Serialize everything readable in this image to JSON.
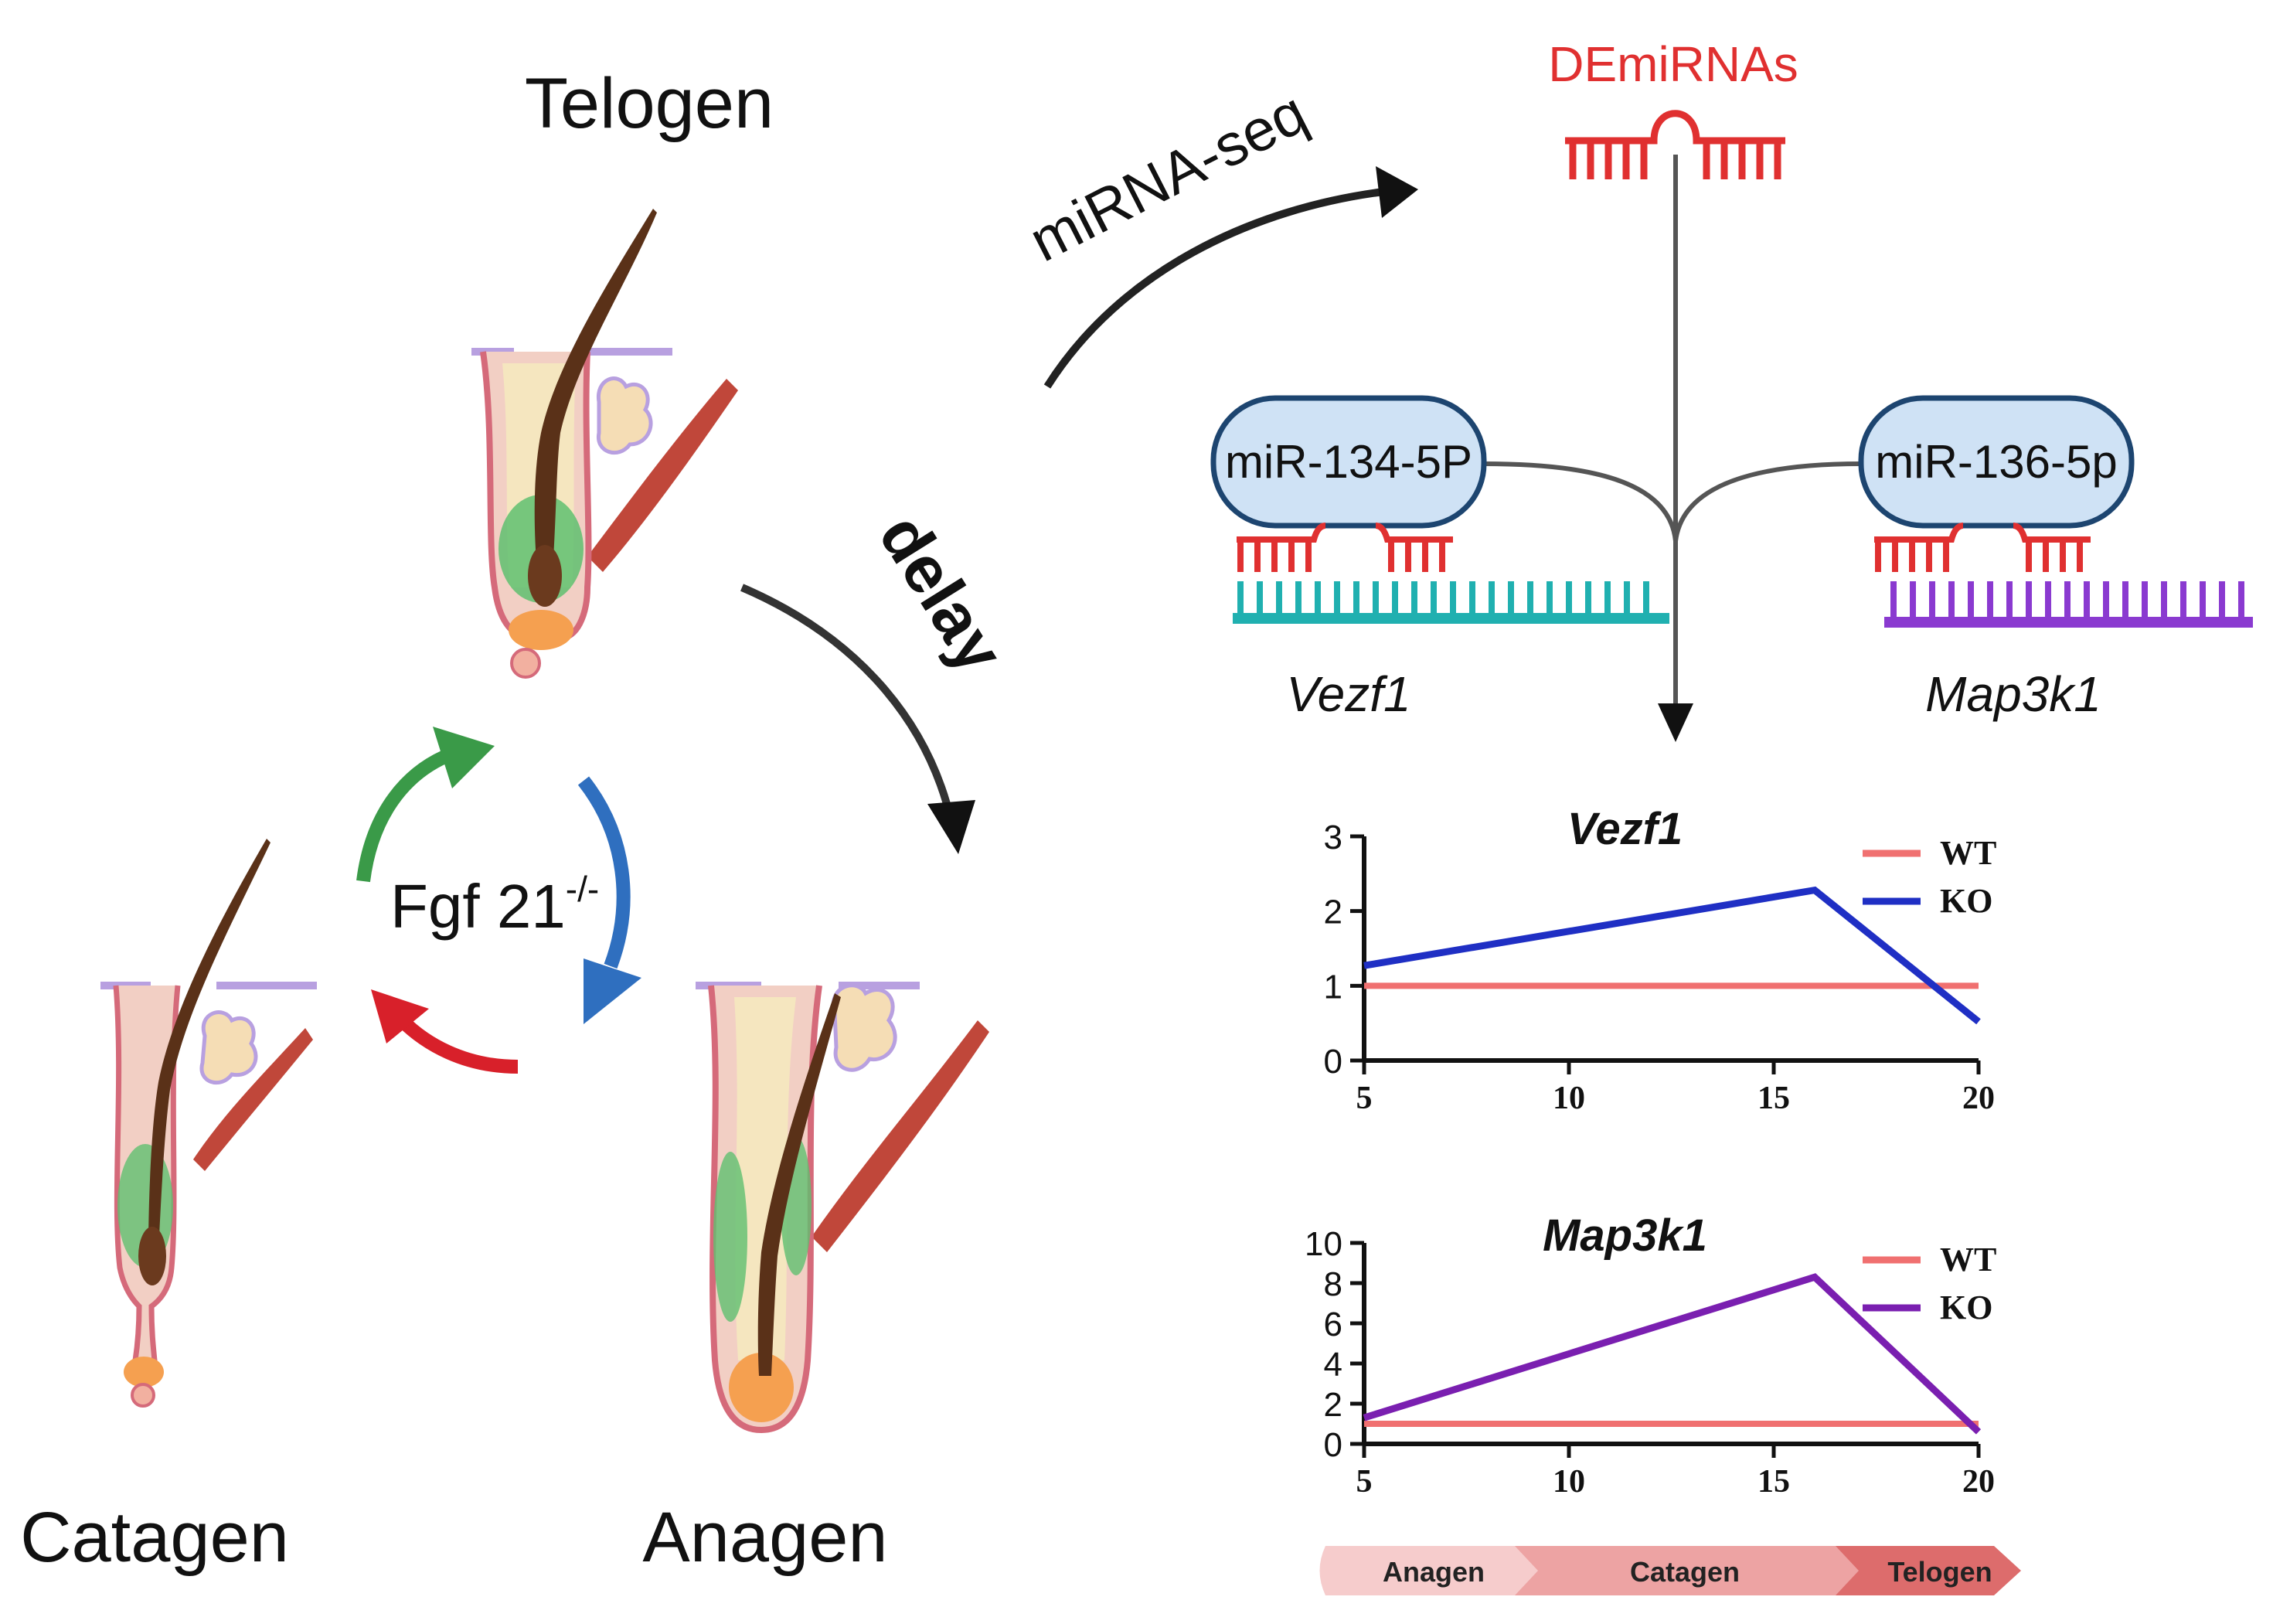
{
  "colors": {
    "wt": "#f07070",
    "ko_vezf1": "#1f2fc4",
    "ko_map3k1": "#7a1fb0",
    "mirna_red": "#e03030",
    "vezf1_strand": "#20b0b0",
    "map3k1_strand": "#8a3ad0",
    "bubble_fill": "#cfe2f5",
    "bubble_stroke": "#1d4570",
    "arrow_green": "#3a9a48",
    "arrow_blue": "#2f6fbf",
    "arrow_red": "#d8202a"
  },
  "stages": {
    "telogen": "Telogen",
    "catagen": "Catagen",
    "anagen": "Anagen"
  },
  "cycle": {
    "label_main": "Fgf 21",
    "label_sup": "-/-"
  },
  "arrows": {
    "mirna_seq": "miRNA-seq",
    "delay": "delay"
  },
  "demirnas": "DEmiRNAs",
  "mirnas": {
    "left": "miR-134-5P",
    "right": "miR-136-5p"
  },
  "targets": {
    "left": "Vezf1",
    "right": "Map3k1"
  },
  "legend": {
    "wt": "WT",
    "ko": "KO"
  },
  "phase_bar": [
    "Anagen",
    "Catagen",
    "Telogen"
  ],
  "chart_data": [
    {
      "type": "line",
      "title": "Vezf1",
      "xlabel": "",
      "ylabel": "",
      "xlim": [
        5,
        20
      ],
      "ylim": [
        0,
        3
      ],
      "xticks": [
        5,
        10,
        15,
        20
      ],
      "yticks": [
        0,
        1,
        2,
        3
      ],
      "legend_position": "top-right",
      "series": [
        {
          "name": "WT",
          "x": [
            5,
            20
          ],
          "y": [
            1,
            1
          ]
        },
        {
          "name": "KO",
          "x": [
            5,
            16,
            20
          ],
          "y": [
            1.27,
            2.28,
            0.52
          ]
        }
      ]
    },
    {
      "type": "line",
      "title": "Map3k1",
      "xlabel": "",
      "ylabel": "",
      "xlim": [
        5,
        20
      ],
      "ylim": [
        0,
        10
      ],
      "xticks": [
        5,
        10,
        15,
        20
      ],
      "yticks": [
        0,
        2,
        4,
        6,
        8,
        10
      ],
      "legend_position": "top-right",
      "series": [
        {
          "name": "WT",
          "x": [
            5,
            20
          ],
          "y": [
            1,
            1
          ]
        },
        {
          "name": "KO",
          "x": [
            5,
            16,
            20
          ],
          "y": [
            1.3,
            8.3,
            0.6
          ]
        }
      ]
    }
  ]
}
